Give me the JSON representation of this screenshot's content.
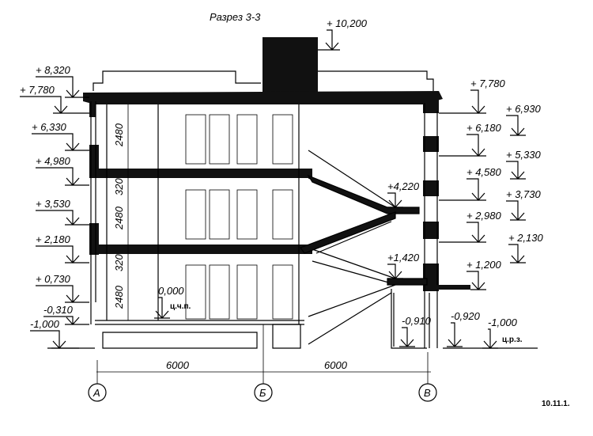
{
  "title": "Разрез 3-3",
  "sheet_number": "10.11.1.",
  "elevations_left": [
    "+ 8,320",
    "+ 7,780",
    "+ 6,330",
    "+ 4,980",
    "+ 3,530",
    "+ 2,180",
    "+ 0,730",
    "-0,310",
    "-1,000"
  ],
  "elevations_right_inner": [
    "+ 7,780",
    "+ 6,180",
    "+ 4,580",
    "+ 2,980",
    "+ 1,200"
  ],
  "elevations_right_outer": [
    "+ 6,930",
    "+ 5,330",
    "+ 3,730",
    "+ 2,130"
  ],
  "elevations_other": {
    "roof_top": "+ 10,200",
    "stair_upper": "+4,220",
    "stair_lower": "+1,420",
    "floor_zero": "0,000",
    "floor_zero_note": "ц.ч.п.",
    "pit": "-0,910",
    "ground_right": "-0,920",
    "ground_far": "-1,000",
    "ground_far_note": "ц.р.з."
  },
  "dimensions": {
    "floor_height": "2480",
    "slab": "320",
    "span_1": "6000",
    "span_2": "6000"
  },
  "axes": [
    "А",
    "Б",
    "В"
  ]
}
